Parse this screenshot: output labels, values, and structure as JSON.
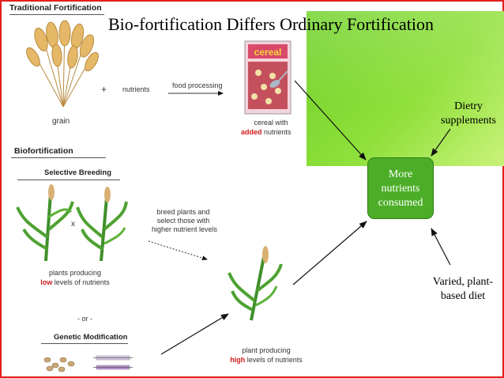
{
  "title": "Bio-fortification Differs Ordinary Fortification",
  "traditional": {
    "heading": "Traditional Fortification",
    "grain_label": "grain",
    "plus": "+",
    "nutrients_label": "nutrients",
    "process_label": "food processing",
    "cereal_box_text": "cereal",
    "cereal_label_line1": "cereal with",
    "cereal_label_added": "added",
    "cereal_label_rest": "nutrients"
  },
  "bio": {
    "heading": "Biofortification",
    "selective_heading": "Selective Breeding",
    "cross": "x",
    "breed_line1": "breed plants and",
    "breed_line2": "select those with",
    "breed_line3": "higher nutrient levels",
    "low_line1": "plants producing",
    "low_word": "low",
    "low_rest": "levels of nutrients",
    "or_label": "- or -",
    "genetic_heading": "Genetic Modification",
    "high_line1": "plant producing",
    "high_word": "high",
    "high_rest": "levels of nutrients"
  },
  "center_box": "More nutrients consumed",
  "right_top_label": "Dietry supplements",
  "right_bottom_label": "Varied, plant-based diet",
  "colors": {
    "frame": "#e02020",
    "panel_green": "#7fd832",
    "box_green": "#4cae28",
    "emphasis_red": "#d01818"
  }
}
